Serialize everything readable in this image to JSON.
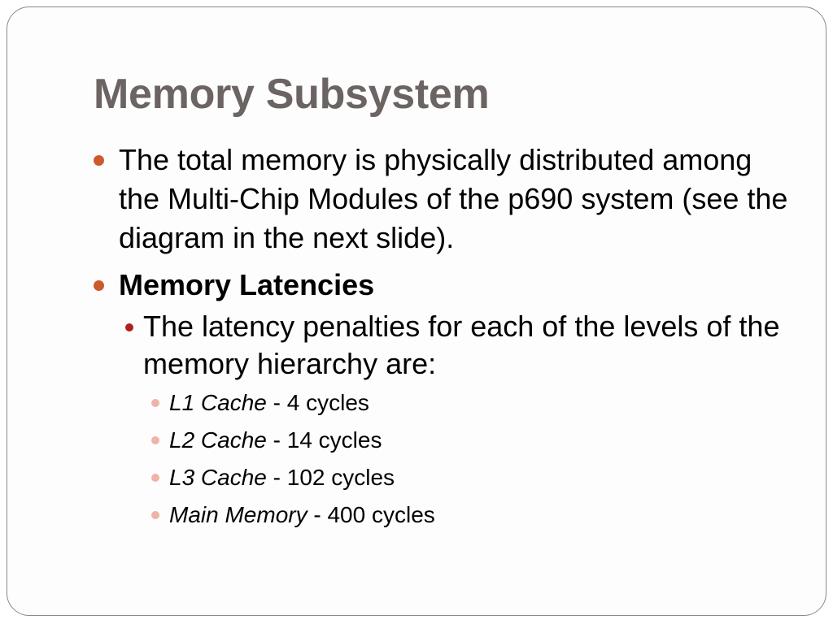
{
  "slide": {
    "title": "Memory Subsystem",
    "bullets": [
      {
        "text": "The total memory is physically distributed among the Multi-Chip Modules of the p690 system (see the diagram in the next slide)."
      },
      {
        "text": "Memory Latencies"
      }
    ],
    "sub_bullet": {
      "text": "The latency penalties for each of the levels of the memory hierarchy are:"
    },
    "latencies": [
      {
        "name": "L1 Cache",
        "value": " - 4 cycles"
      },
      {
        "name": "L2 Cache",
        "value": " - 14 cycles"
      },
      {
        "name": "L3 Cache",
        "value": " - 102 cycles"
      },
      {
        "name": "Main Memory",
        "value": " - 400 cycles"
      }
    ]
  },
  "colors": {
    "title": "#6b6462",
    "bullet_level1": "#cc5a2f",
    "bullet_level2": "#b01e1e",
    "bullet_level3": "#f0b3a9",
    "border": "#8a8a8a"
  }
}
